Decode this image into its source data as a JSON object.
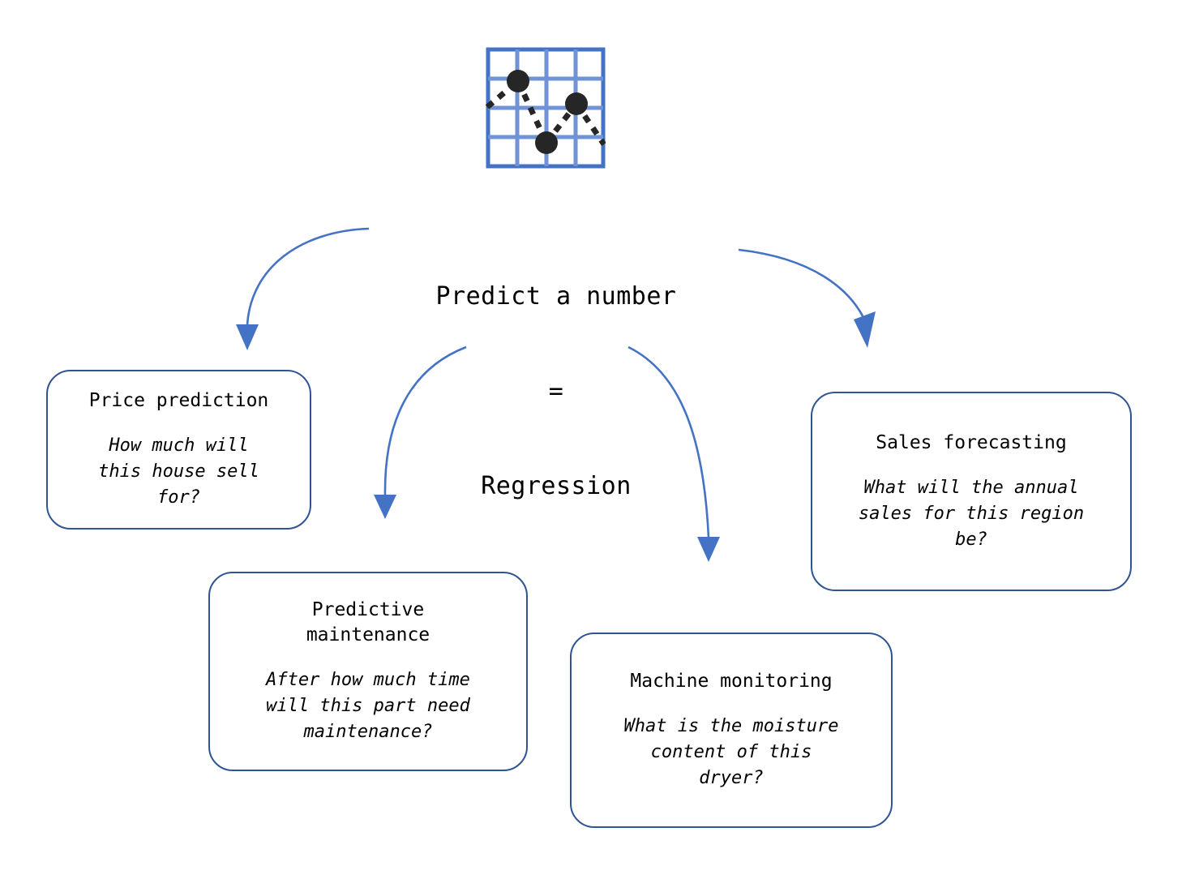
{
  "diagram": {
    "icon": {
      "name": "regression-scatter-grid-icon",
      "grid_color": "#6f93d6",
      "frame_color": "#4472c4",
      "point_color": "#262626",
      "points": 3,
      "grid_cells": 4
    },
    "center": {
      "line1": "Predict a number",
      "line2": "=",
      "line3": "Regression"
    },
    "arrow_color": "#4472c4",
    "box_border_color": "#2f5496",
    "boxes": [
      {
        "id": "price-prediction",
        "title": "Price prediction",
        "question": "How much will\nthis house sell\nfor?"
      },
      {
        "id": "predictive-maintenance",
        "title": "Predictive\nmaintenance",
        "question": "After how much time\nwill this part need\nmaintenance?"
      },
      {
        "id": "machine-monitoring",
        "title": "Machine monitoring",
        "question": "What is the moisture\ncontent of this\ndryer?"
      },
      {
        "id": "sales-forecasting",
        "title": "Sales forecasting",
        "question": "What will the annual\nsales for this region\nbe?"
      }
    ],
    "arrows": [
      {
        "id": "arrow-to-price-prediction",
        "from": "center",
        "to": "price-prediction"
      },
      {
        "id": "arrow-to-predictive-maintenance",
        "from": "center",
        "to": "predictive-maintenance"
      },
      {
        "id": "arrow-to-machine-monitoring",
        "from": "center",
        "to": "machine-monitoring"
      },
      {
        "id": "arrow-to-sales-forecasting",
        "from": "center",
        "to": "sales-forecasting"
      }
    ]
  }
}
